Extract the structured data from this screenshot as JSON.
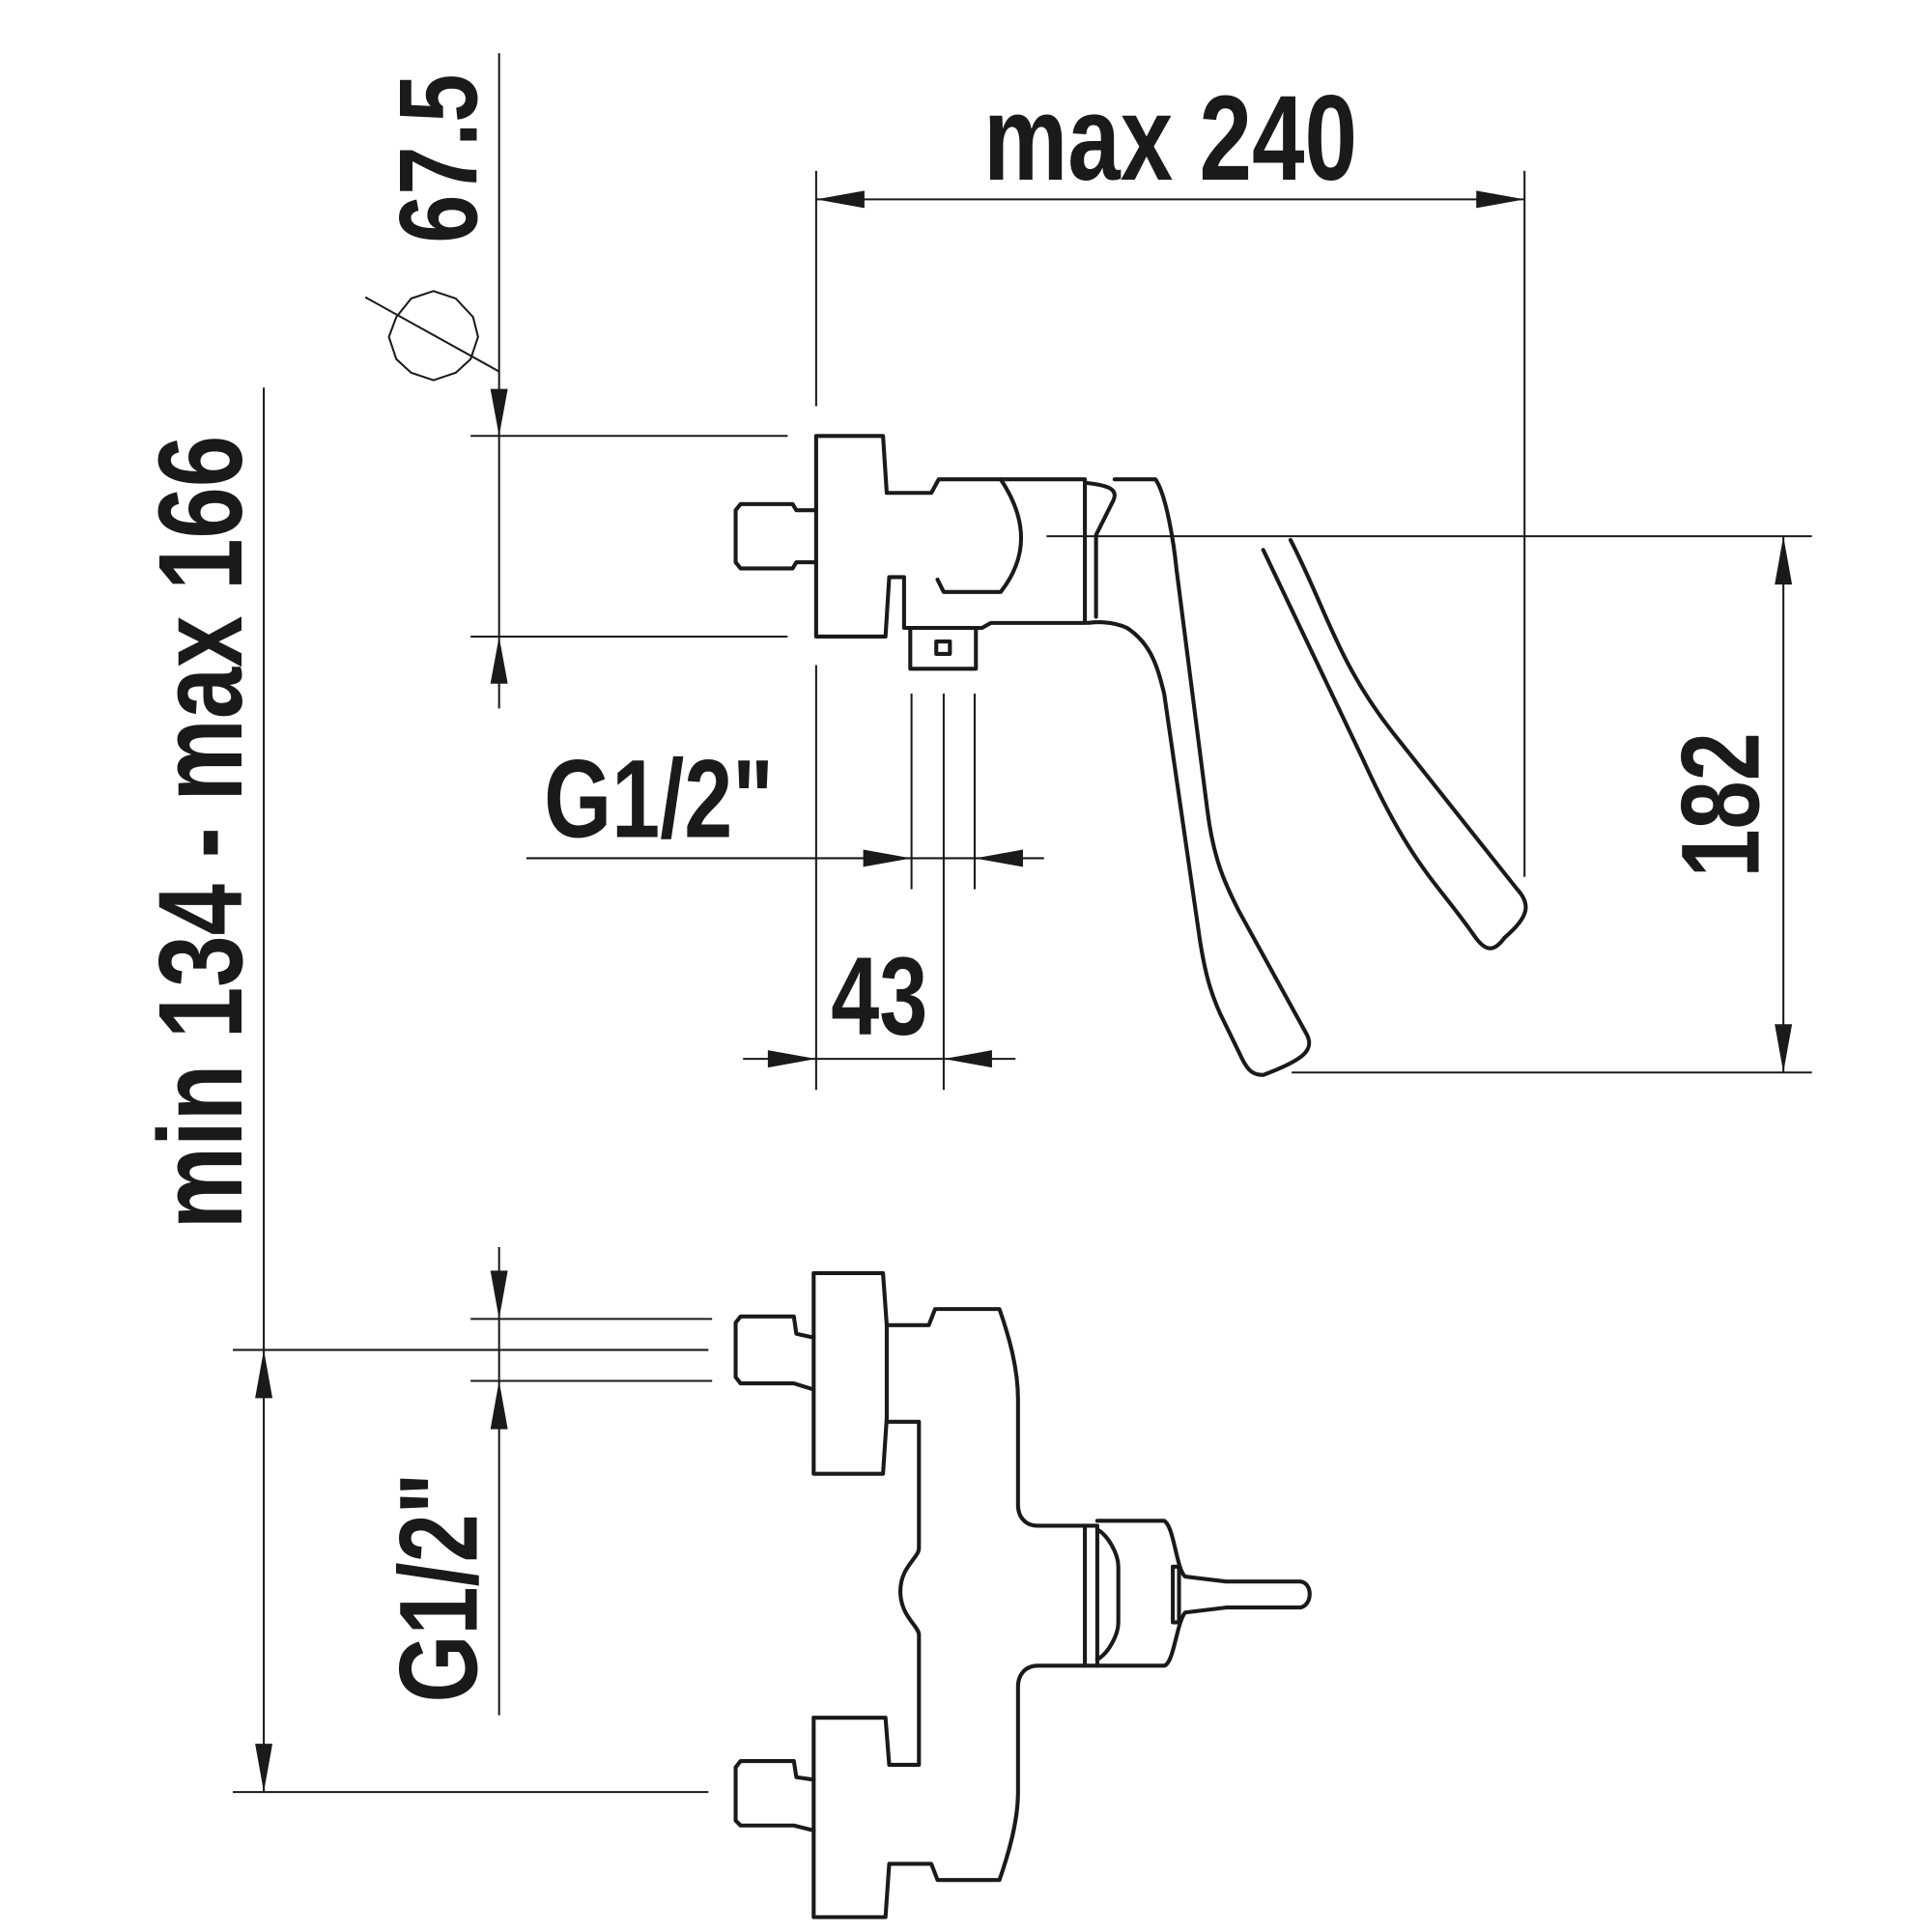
{
  "dimensions": {
    "projection_length": "max 240",
    "rosette_diameter": "67.5",
    "handle_height": "182",
    "connection_thread_side": "G1/2\"",
    "wall_distance": "43",
    "inlet_spacing": "min 134 - max 166",
    "connection_thread_front": "G1/2\""
  },
  "symbols": {
    "diameter": "diameter-symbol"
  },
  "colors": {
    "line": "#1a1a1a",
    "background": "#ffffff"
  }
}
